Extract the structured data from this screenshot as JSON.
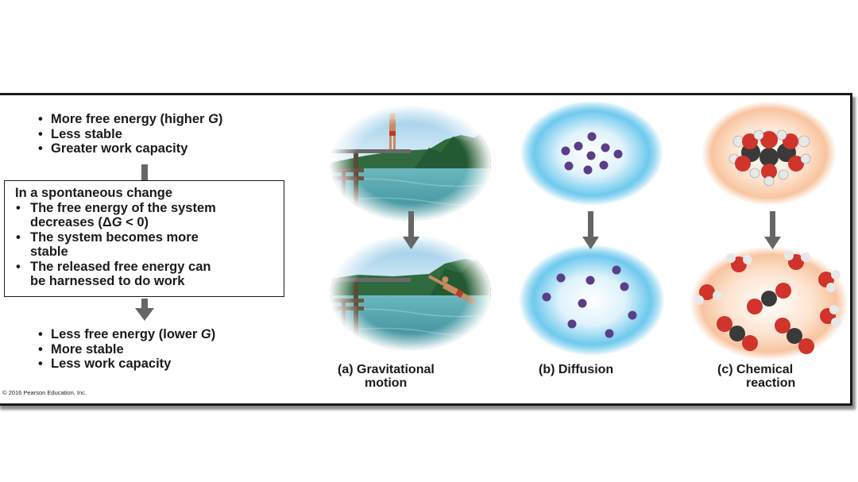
{
  "left_column": {
    "top_bullets": [
      "More free energy (higher G)",
      "Less stable",
      "Greater work capacity"
    ],
    "box_heading": "In a spontaneous change",
    "box_bullets": [
      [
        "The free energy of the system",
        "decreases (ΔG < 0)"
      ],
      [
        "The system becomes more",
        "stable"
      ],
      [
        "The released free energy can",
        "be harnessed to do work"
      ]
    ],
    "bottom_bullets": [
      "Less free energy (lower G)",
      "More stable",
      "Less work capacity"
    ]
  },
  "captions": {
    "a": [
      "(a) Gravitational",
      "motion"
    ],
    "b": [
      "(b) Diffusion"
    ],
    "c": [
      "(c) Chemical",
      "reaction"
    ]
  },
  "credit": "© 2016 Pearson Education, Inc.",
  "colors": {
    "water": "#3f9aa8",
    "sky": "#b9dff0",
    "glow_blue": "#38b4e6",
    "glow_orange": "#f8c9a8",
    "particle": "#5b3e87",
    "oxygen": "#d0342a",
    "carbon": "#3a3a3a",
    "hydrogen": "#e8e8e8",
    "arrow": "#666666"
  }
}
